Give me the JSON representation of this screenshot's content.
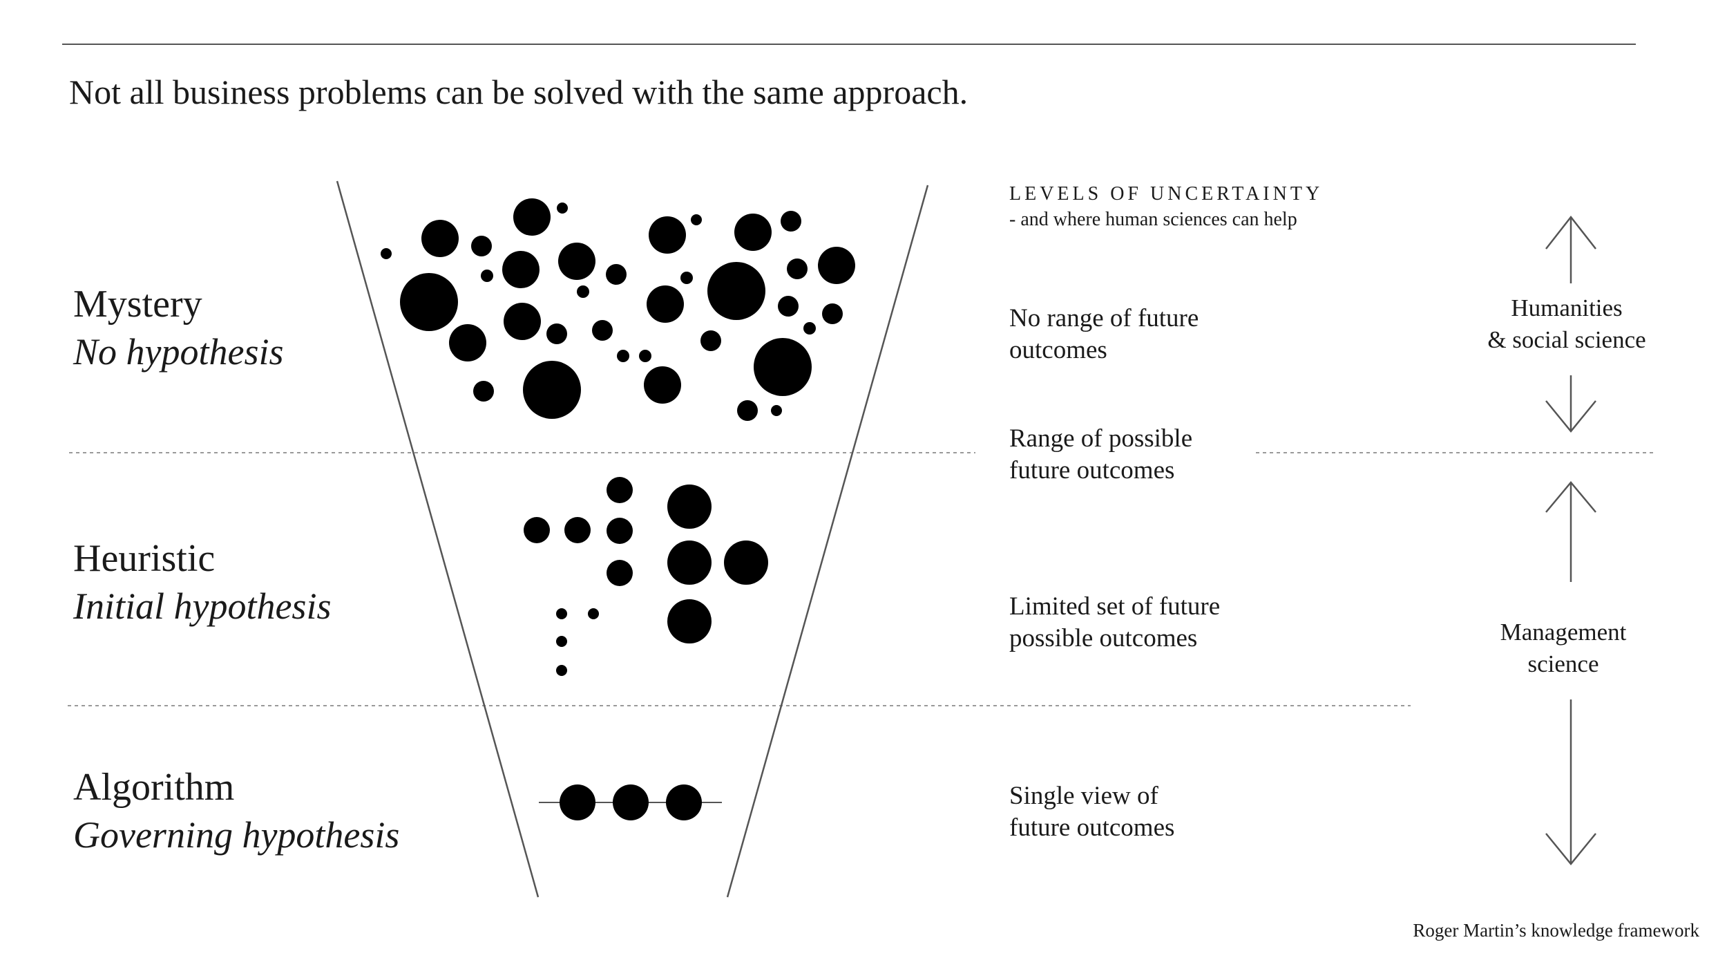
{
  "headline": "Not all business problems can be solved with the same approach.",
  "levels": [
    {
      "name": "Mystery",
      "hypothesis": "No hypothesis"
    },
    {
      "name": "Heuristic",
      "hypothesis": "Initial hypothesis"
    },
    {
      "name": "Algorithm",
      "hypothesis": "Governing hypothesis"
    }
  ],
  "uncertainty_header": {
    "title": "LEVELS OF UNCERTAINTY",
    "subtitle": "- and where human sciences can help"
  },
  "outcomes": [
    [
      "No range of future",
      "outcomes"
    ],
    [
      "Range of possible",
      "future outcomes"
    ],
    [
      "Limited set of future",
      "possible outcomes"
    ],
    [
      "Single view of",
      "future outcomes"
    ]
  ],
  "sciences": [
    [
      "Humanities",
      "& social science"
    ],
    [
      "Management",
      "science"
    ]
  ],
  "credit": "Roger Martin’s knowledge framework",
  "icons": {
    "dots": "dot-cluster",
    "arrows": "arrow-up-icon, arrow-down-icon"
  },
  "colors": {
    "ink": "#000000",
    "text": "#1a1a1a",
    "rule": "#555555",
    "divider": "#999999"
  }
}
